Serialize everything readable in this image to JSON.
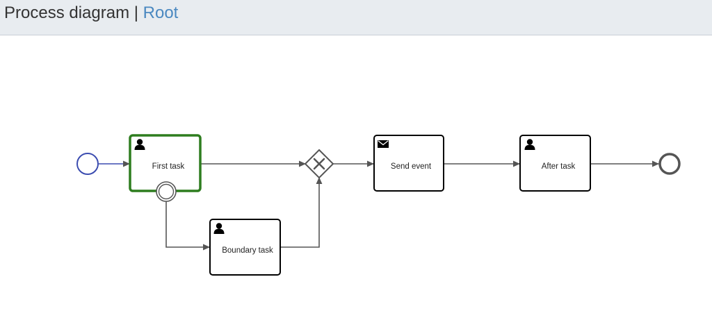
{
  "header": {
    "title": "Process diagram",
    "separator": "|",
    "breadcrumb": "Root"
  },
  "diagram": {
    "tasks": [
      {
        "id": "first-task",
        "label": "First task",
        "icon": "user-icon",
        "active": true
      },
      {
        "id": "boundary-task",
        "label": "Boundary task",
        "icon": "user-icon",
        "active": false
      },
      {
        "id": "send-event",
        "label": "Send event",
        "icon": "envelope-icon",
        "active": false
      },
      {
        "id": "after-task",
        "label": "After task",
        "icon": "user-icon",
        "active": false
      }
    ],
    "colors": {
      "start_event": "#3b4cb0",
      "active_task": "#2e7d1f",
      "default_stroke": "#000000",
      "connector": "#555555",
      "end_event": "#555555"
    }
  }
}
